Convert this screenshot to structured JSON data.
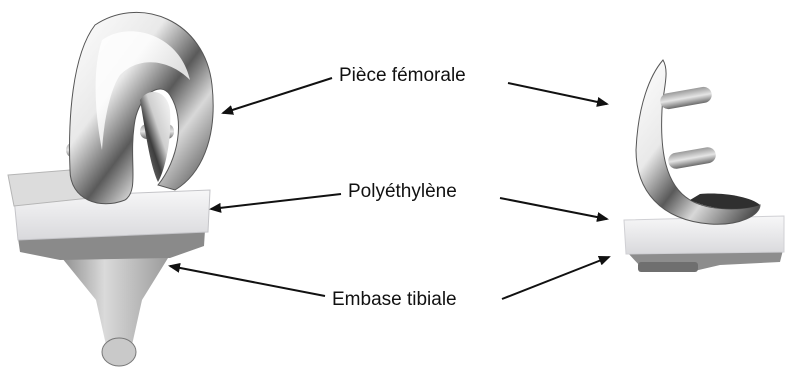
{
  "labels": {
    "femoral": "Pièce fémorale",
    "polyethylene": "Polyéthylène",
    "tibial": "Embase tibiale"
  },
  "colors": {
    "arrow": "#111111",
    "metal_dark": "#3a3a3a",
    "metal_light": "#f4f4f4",
    "poly": "#e8e8ea"
  },
  "icons": {
    "implant_front": "knee-implant-front-view",
    "implant_side": "knee-implant-side-view"
  }
}
